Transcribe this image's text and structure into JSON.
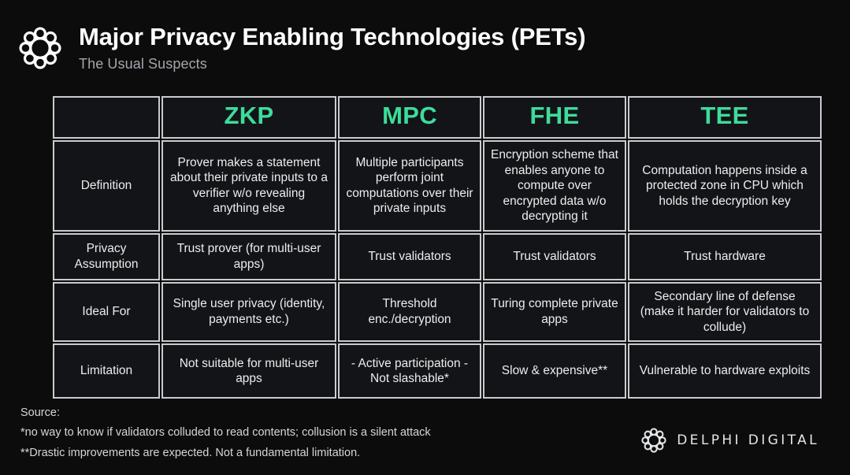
{
  "header": {
    "logo_icon": "delphi-ring-logo",
    "title": "Major Privacy Enabling Technologies (PETs)",
    "subtitle": "The Usual Suspects"
  },
  "accent_color": "#3ddc9b",
  "background_color": "#0c0c0d",
  "cell_color": "#131417",
  "border_color": "#c9cbcd",
  "table": {
    "corner_label": "",
    "columns": [
      "ZKP",
      "MPC",
      "FHE",
      "TEE"
    ],
    "rows": [
      {
        "label": "Definition",
        "cells": [
          "Prover makes a statement about their private inputs to a verifier w/o revealing anything else",
          "Multiple participants perform joint computations over their private inputs",
          "Encryption scheme that enables anyone to compute over encrypted data w/o decrypting it",
          "Computation happens inside a protected zone in CPU which holds the decryption key"
        ]
      },
      {
        "label": "Privacy Assumption",
        "cells": [
          "Trust prover (for multi-user apps)",
          "Trust validators",
          "Trust validators",
          "Trust hardware"
        ]
      },
      {
        "label": "Ideal For",
        "cells": [
          "Single user privacy (identity, payments etc.)",
          "Threshold enc./decryption",
          "Turing complete private apps",
          "Secondary line of defense (make it harder for validators to collude)"
        ]
      },
      {
        "label": "Limitation",
        "cells": [
          "Not suitable for multi-user apps",
          "- Active participation - Not slashable*",
          "Slow & expensive**",
          "Vulnerable to hardware exploits"
        ]
      }
    ]
  },
  "footer": {
    "source_label": "Source:",
    "note_1": "*no way to know if validators colluded to read contents; collusion is a silent attack",
    "note_2": "**Drastic improvements are expected. Not a fundamental limitation.",
    "brand_icon": "delphi-ring-logo",
    "brand_name": "DELPHI DIGITAL"
  }
}
